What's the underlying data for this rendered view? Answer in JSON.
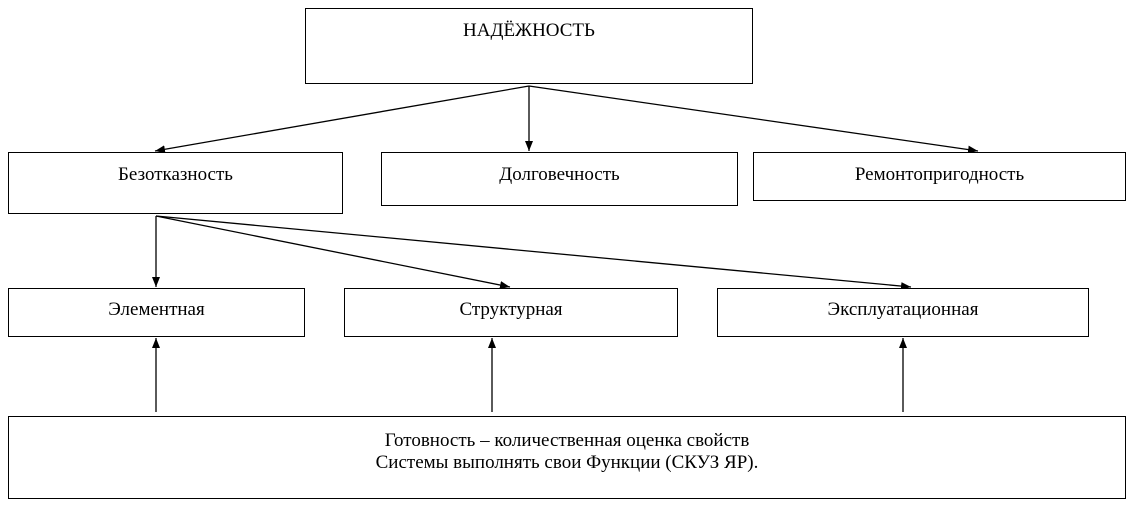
{
  "root": {
    "label": "НАДЁЖНОСТЬ"
  },
  "level1": [
    {
      "label": "Безотказность"
    },
    {
      "label": "Долговечность"
    },
    {
      "label": "Ремонтопригодность"
    }
  ],
  "level2": [
    {
      "label": "Элементная"
    },
    {
      "label": "Структурная"
    },
    {
      "label": "Эксплуатационная"
    }
  ],
  "readiness": {
    "line1": "Готовность – количественная оценка свойств",
    "line2": "Системы выполнять свои Функции (СКУЗ ЯР)."
  },
  "edges": [
    {
      "from": "НАДЁЖНОСТЬ",
      "to": "Безотказность"
    },
    {
      "from": "НАДЁЖНОСТЬ",
      "to": "Долговечность"
    },
    {
      "from": "НАДЁЖНОСТЬ",
      "to": "Ремонтопригодность"
    },
    {
      "from": "Безотказность",
      "to": "Элементная"
    },
    {
      "from": "Безотказность",
      "to": "Структурная"
    },
    {
      "from": "Безотказность",
      "to": "Эксплуатационная"
    },
    {
      "from": "Готовность",
      "to": "Элементная"
    },
    {
      "from": "Готовность",
      "to": "Структурная"
    },
    {
      "from": "Готовность",
      "to": "Эксплуатационная"
    }
  ]
}
